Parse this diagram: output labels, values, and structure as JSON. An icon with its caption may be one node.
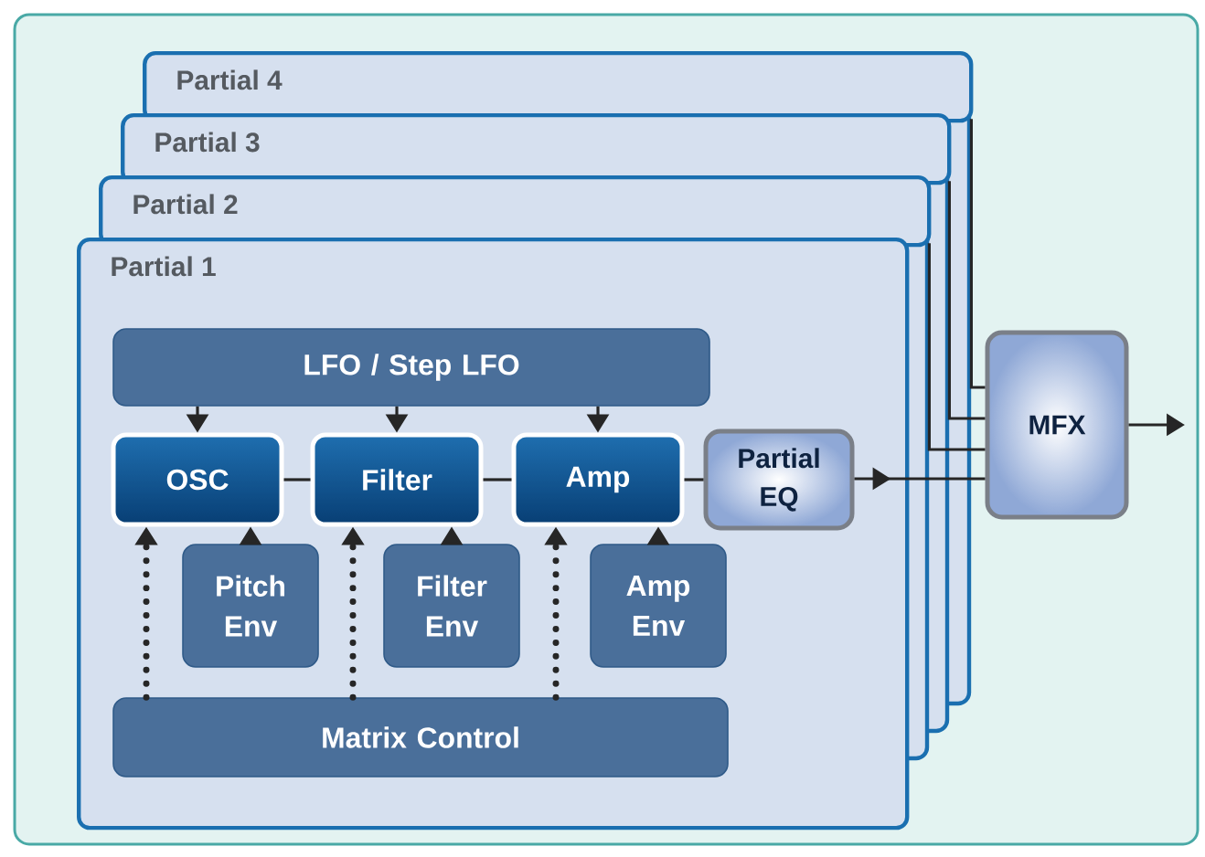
{
  "diagram": {
    "nodes": [
      {
        "text": [
          "Partial 4"
        ]
      },
      {
        "text": [
          "Partial 3"
        ]
      },
      {
        "text": [
          "Partial 2"
        ]
      },
      {
        "text": [
          "Partial 1"
        ]
      },
      {
        "text": [
          "LFO / Step LFO"
        ],
        "in": 3
      },
      {
        "text": [
          "OSC"
        ],
        "in": 3
      },
      {
        "text": [
          "Filter"
        ],
        "in": 3
      },
      {
        "text": [
          "Amp"
        ],
        "in": 3
      },
      {
        "text": [
          "Partial EQ"
        ],
        "in": 3
      },
      {
        "text": [
          "Pitch Env"
        ],
        "in": 3
      },
      {
        "text": [
          "Filter Env"
        ],
        "in": 3
      },
      {
        "text": [
          "Amp Env"
        ],
        "in": 3
      },
      {
        "text": [
          "Matrix Control"
        ],
        "in": 3
      },
      {
        "text": [
          "MFX"
        ]
      }
    ],
    "edges": [
      {
        "from": 4,
        "to": 5,
        "arrow": "to"
      },
      {
        "from": 4,
        "to": 6,
        "arrow": "to"
      },
      {
        "from": 4,
        "to": 7,
        "arrow": "to"
      },
      {
        "from": 5,
        "to": 6,
        "arrow": "none"
      },
      {
        "from": 6,
        "to": 7,
        "arrow": "none"
      },
      {
        "from": 7,
        "to": 8,
        "arrow": "none"
      },
      {
        "from": 9,
        "to": 5,
        "arrow": "to"
      },
      {
        "from": 10,
        "to": 6,
        "arrow": "to"
      },
      {
        "from": 11,
        "to": 7,
        "arrow": "to"
      },
      {
        "from": 12,
        "to": 5,
        "arrow": "to",
        "style": "dashed"
      },
      {
        "from": 12,
        "to": 6,
        "arrow": "to",
        "style": "dashed"
      },
      {
        "from": 12,
        "to": 7,
        "arrow": "to",
        "style": "dashed"
      },
      {
        "from": 8,
        "to": 13,
        "arrow": "to"
      },
      {
        "from": 0,
        "to": 13,
        "arrow": "none"
      },
      {
        "from": 1,
        "to": 13,
        "arrow": "none"
      },
      {
        "from": 2,
        "to": 13,
        "arrow": "none"
      },
      {
        "from": 13,
        "to": null,
        "arrow": "to"
      }
    ]
  }
}
